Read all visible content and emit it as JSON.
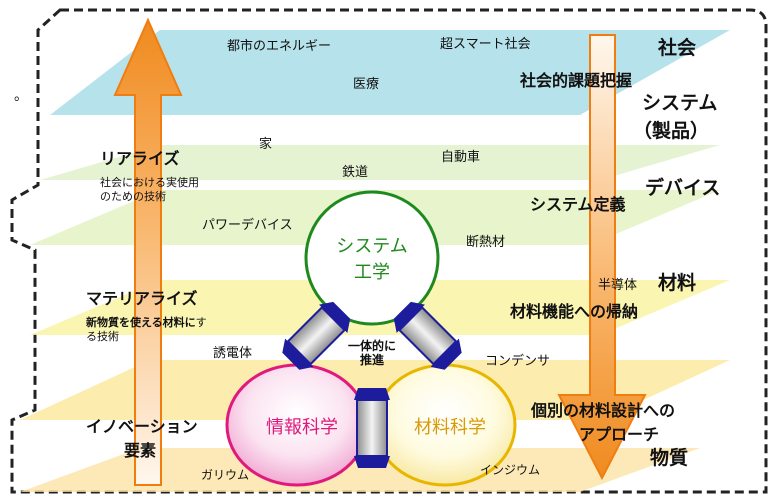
{
  "colors": {
    "layer_blue": "#a9dde8",
    "layer_green": "#d3eec0",
    "layer_yellow": "#faf3a4",
    "layer_orange": "#fde3a6",
    "arrow_orange": "#f5962a",
    "circle_green": "#1e8a1e",
    "circle_pink": "#e0197d",
    "circle_gold": "#d89b0a",
    "connector_blue": "#1c1c9c"
  },
  "layer_labels": {
    "society": "社会",
    "system": "システム",
    "system_sub": "（製品）",
    "device": "デバイス",
    "material": "材料",
    "matter": "物質"
  },
  "items": {
    "city_energy": "都市のエネルギー",
    "super_smart": "超スマート社会",
    "medical": "医療",
    "house": "家",
    "car": "自動車",
    "railway": "鉄道",
    "power_device": "パワーデバイス",
    "insulation": "断熱材",
    "semiconductor": "半導体",
    "dielectric": "誘電体",
    "capacitor": "コンデンサ",
    "gallium": "ガリウム",
    "indium": "インジウム"
  },
  "left_arrow": {
    "realize_title": "リアライズ",
    "realize_desc": "社会における実使用のための技術",
    "materialize_title": "マテリアライズ",
    "materialize_desc_bold": "新物質を使える材料に",
    "materialize_desc_rest": "する技術",
    "innovation": "イノベーション",
    "element": "要素"
  },
  "right_arrow": {
    "grasp": "社会的課題把握",
    "define": "システム定義",
    "reduce": "材料機能への帰納",
    "approach_1": "個別の材料設計への",
    "approach_2": "アプローチ"
  },
  "circles": {
    "system_eng_1": "システム",
    "system_eng_2": "工学",
    "info_science": "情報科学",
    "material_science": "材料科学"
  },
  "center": {
    "integrated_1": "一体的に",
    "integrated_2": "推進"
  },
  "fragment": "。"
}
